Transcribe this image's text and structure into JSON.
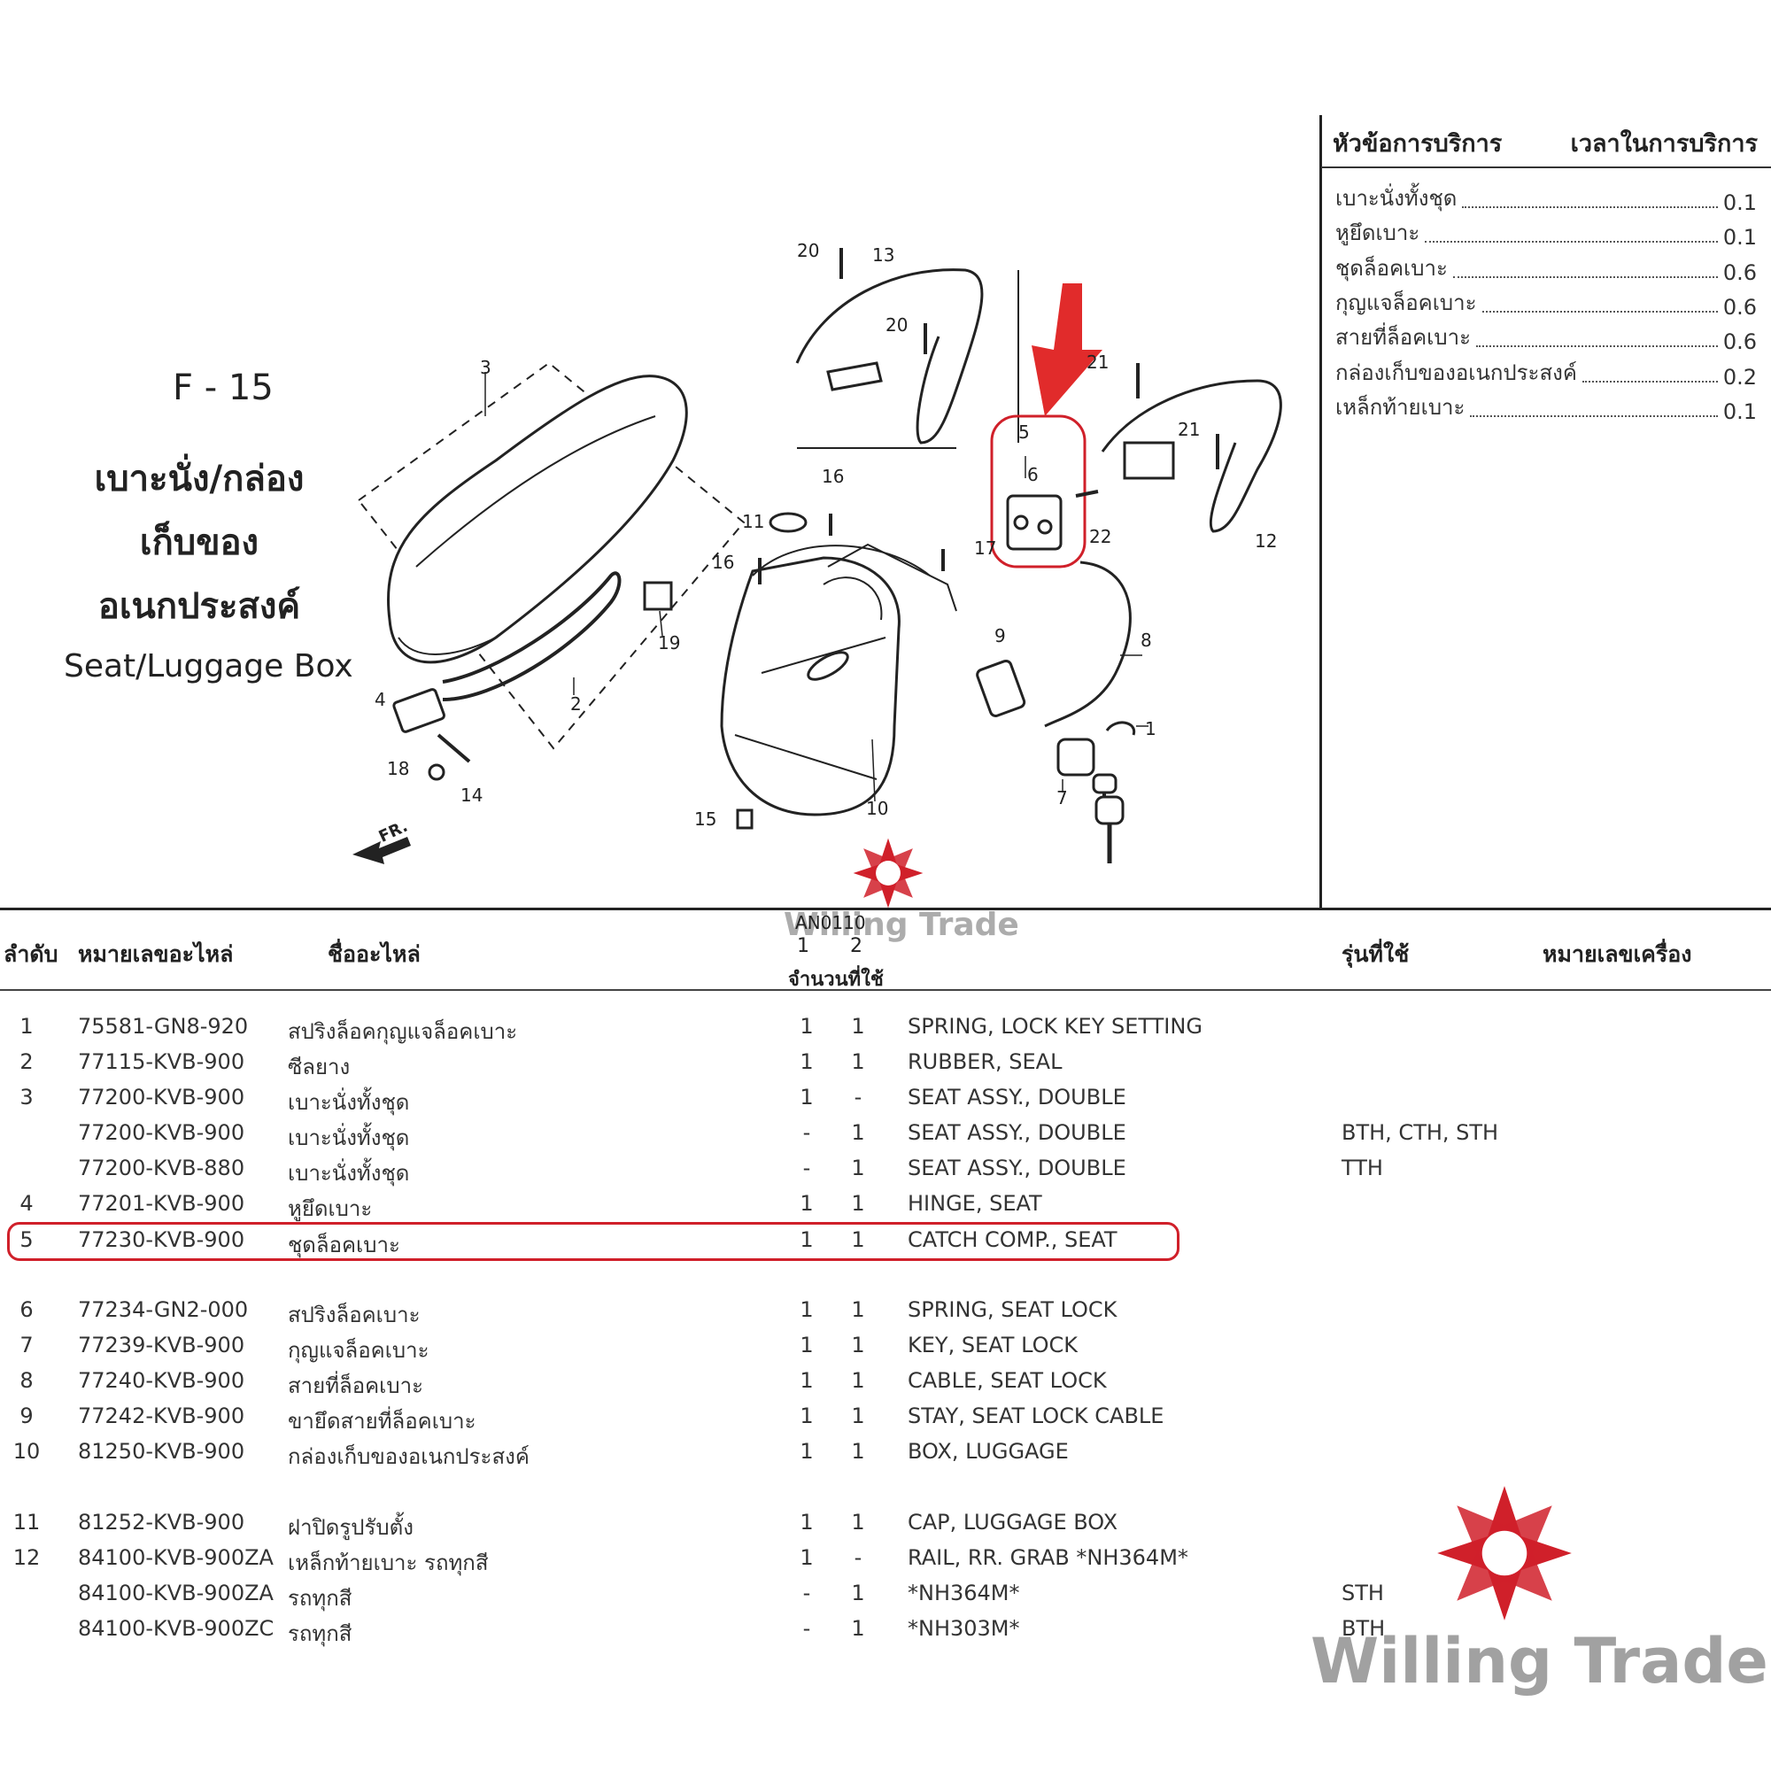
{
  "figure": {
    "code": "F - 15",
    "title_th_line1": "เบาะนั่ง/กล่อง",
    "title_th_line2": "เก็บของ",
    "title_th_line3": "อเนกประสงค์",
    "title_en": "Seat/Luggage Box",
    "front_marker": "FR.",
    "callouts": [
      "1",
      "2",
      "3",
      "4",
      "5",
      "6",
      "7",
      "8",
      "9",
      "10",
      "11",
      "12",
      "13",
      "14",
      "15",
      "16",
      "17",
      "18",
      "19",
      "20",
      "21",
      "22"
    ]
  },
  "service_panel": {
    "header_item": "หัวข้อการบริการ",
    "header_time": "เวลาในการบริการ",
    "rows": [
      {
        "name": "เบาะนั่งทั้งชุด",
        "time": "0.1"
      },
      {
        "name": "หูยึดเบาะ",
        "time": "0.1"
      },
      {
        "name": "ชุดล็อคเบาะ",
        "time": "0.6"
      },
      {
        "name": "กุญแจล็อคเบาะ",
        "time": "0.6"
      },
      {
        "name": "สายที่ล็อคเบาะ",
        "time": "0.6"
      },
      {
        "name": "กล่องเก็บของอเนกประสงค์",
        "time": "0.2"
      },
      {
        "name": "เหล็กท้ายเบาะ",
        "time": "0.1"
      }
    ]
  },
  "table_header": {
    "no": "ลำดับ",
    "part_no": "หมายเลขอะไหล่",
    "part_name": "ชื่ออะไหล่",
    "qty_top": "AN0110",
    "qty_col1": "1",
    "qty_col2": "2",
    "qty_label": "จำนวนที่ใช้",
    "models": "รุ่นที่ใช้",
    "engine_no": "หมายเลขเครื่อง"
  },
  "parts": [
    {
      "no": "1",
      "pn": "75581-GN8-920",
      "th": "สปริงล็อคกุญแจล็อคเบาะ",
      "q1": "1",
      "q2": "1",
      "en": "SPRING, LOCK KEY SETTING",
      "models": ""
    },
    {
      "no": "2",
      "pn": "77115-KVB-900",
      "th": "ซีลยาง",
      "q1": "1",
      "q2": "1",
      "en": "RUBBER, SEAL",
      "models": ""
    },
    {
      "no": "3",
      "pn": "77200-KVB-900",
      "th": "เบาะนั่งทั้งชุด",
      "q1": "1",
      "q2": "-",
      "en": "SEAT ASSY., DOUBLE",
      "models": ""
    },
    {
      "no": "",
      "pn": "77200-KVB-900",
      "th": "เบาะนั่งทั้งชุด",
      "q1": "-",
      "q2": "1",
      "en": "SEAT ASSY., DOUBLE",
      "models": "BTH, CTH, STH"
    },
    {
      "no": "",
      "pn": "77200-KVB-880",
      "th": "เบาะนั่งทั้งชุด",
      "q1": "-",
      "q2": "1",
      "en": "SEAT ASSY., DOUBLE",
      "models": "TTH"
    },
    {
      "no": "4",
      "pn": "77201-KVB-900",
      "th": "หูยึดเบาะ",
      "q1": "1",
      "q2": "1",
      "en": "HINGE, SEAT",
      "models": ""
    },
    {
      "no": "5",
      "pn": "77230-KVB-900",
      "th": "ชุดล็อคเบาะ",
      "q1": "1",
      "q2": "1",
      "en": "CATCH COMP., SEAT",
      "models": ""
    },
    {
      "no": "6",
      "pn": "77234-GN2-000",
      "th": "สปริงล็อคเบาะ",
      "q1": "1",
      "q2": "1",
      "en": "SPRING, SEAT LOCK",
      "models": ""
    },
    {
      "no": "7",
      "pn": "77239-KVB-900",
      "th": "กุญแจล็อคเบาะ",
      "q1": "1",
      "q2": "1",
      "en": "KEY, SEAT LOCK",
      "models": ""
    },
    {
      "no": "8",
      "pn": "77240-KVB-900",
      "th": "สายที่ล็อคเบาะ",
      "q1": "1",
      "q2": "1",
      "en": "CABLE, SEAT LOCK",
      "models": ""
    },
    {
      "no": "9",
      "pn": "77242-KVB-900",
      "th": "ขายึดสายที่ล็อคเบาะ",
      "q1": "1",
      "q2": "1",
      "en": "STAY, SEAT LOCK CABLE",
      "models": ""
    },
    {
      "no": "10",
      "pn": "81250-KVB-900",
      "th": "กล่องเก็บของอเนกประสงค์",
      "q1": "1",
      "q2": "1",
      "en": "BOX, LUGGAGE",
      "models": ""
    },
    {
      "no": "11",
      "pn": "81252-KVB-900",
      "th": "ฝาปิดรูปรับตั้ง",
      "q1": "1",
      "q2": "1",
      "en": "CAP, LUGGAGE BOX",
      "models": ""
    },
    {
      "no": "12",
      "pn": "84100-KVB-900ZA",
      "th": "เหล็กท้ายเบาะ รถทุกสี",
      "q1": "1",
      "q2": "-",
      "en": "RAIL, RR. GRAB *NH364M*",
      "models": ""
    },
    {
      "no": "",
      "pn": "84100-KVB-900ZA",
      "th": "รถทุกสี",
      "q1": "-",
      "q2": "1",
      "en": "*NH364M*",
      "models": "STH"
    },
    {
      "no": "",
      "pn": "84100-KVB-900ZC",
      "th": "รถทุกสี",
      "q1": "-",
      "q2": "1",
      "en": "*NH303M*",
      "models": "BTH"
    }
  ],
  "watermark": {
    "brand": "Willing Trade",
    "color": "#d0202a"
  }
}
